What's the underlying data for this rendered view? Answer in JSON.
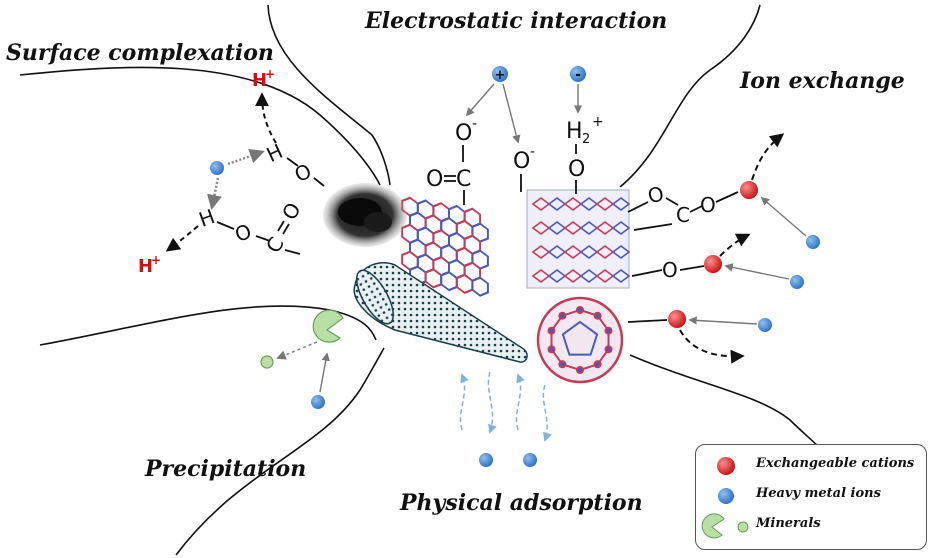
{
  "titles": {
    "surface_complexation": "Surface complexation",
    "electrostatic_interaction": "Electrostatic interaction",
    "ion_exchange": "Ion exchange",
    "precipitation": "Precipitation",
    "physical_adsorption": "Physical adsorption"
  },
  "atoms": {
    "oxygen": "O",
    "carbon": "C",
    "hydrogen": "H",
    "o_minus": "O",
    "minus_sign": "-",
    "plus_sign": "+",
    "h2": "H",
    "two": "2",
    "h_plus_base": "H",
    "h_plus_sup": "+"
  },
  "legend": {
    "items": [
      {
        "label": "Exchangeable cations",
        "icon": "red-sphere-icon"
      },
      {
        "label": "Heavy metal ions",
        "icon": "blue-sphere-icon"
      },
      {
        "label": "Minerals",
        "icon": "mineral-pacman-icon"
      }
    ]
  },
  "colors": {
    "heavy_metal": "#3b82d8",
    "cation": "#d81e1e",
    "mineral": "#b8e0a4",
    "h_plus": "#d01010",
    "lattice_red": "#c43a5a",
    "lattice_blue": "#4a5ab8",
    "flow_arrow": "#7fb2dc"
  }
}
